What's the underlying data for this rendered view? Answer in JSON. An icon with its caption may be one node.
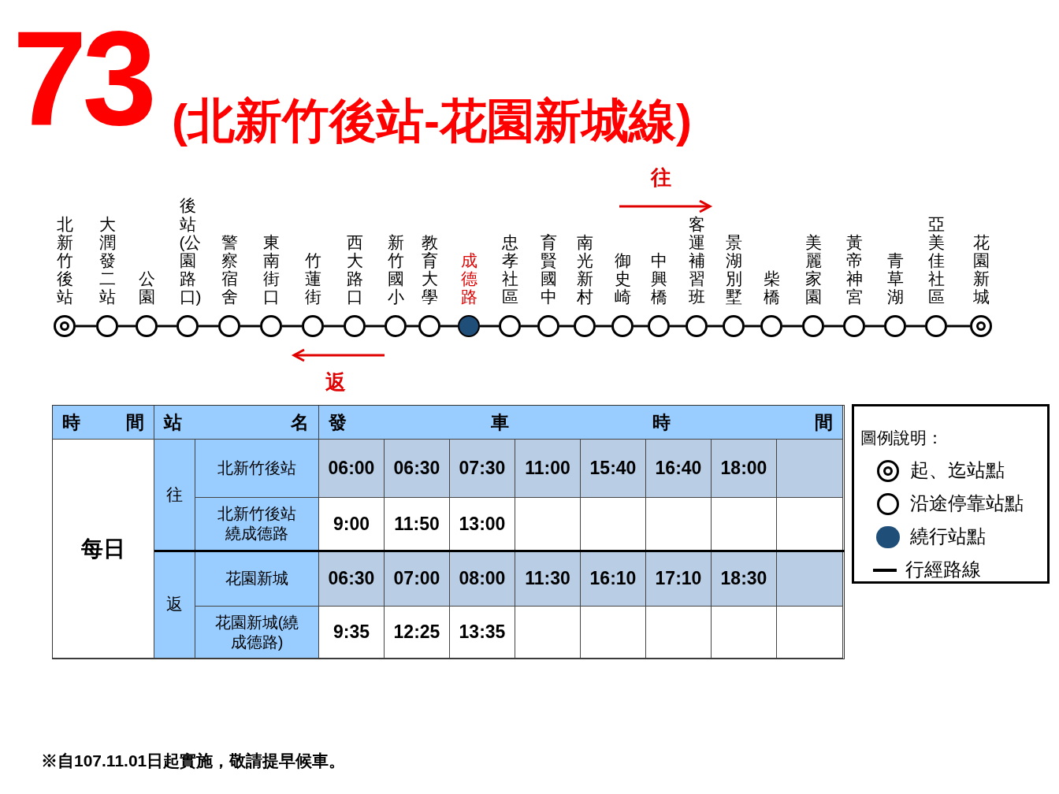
{
  "diagram": {
    "title": "73",
    "caption": "※自107.11.01日起實施，敬請提早候車。",
    "nodes": [
      {
        "text": [
          "北新竹後站"
        ]
      },
      {
        "text": [
          "大潤發二站"
        ]
      },
      {
        "text": [
          "公園"
        ]
      },
      {
        "text": [
          "後站(公園路口)"
        ]
      },
      {
        "text": [
          "警察宿舍"
        ]
      },
      {
        "text": [
          "東南街口"
        ]
      },
      {
        "text": [
          "竹蓮街"
        ]
      },
      {
        "text": [
          "西大路口"
        ]
      },
      {
        "text": [
          "新竹國小"
        ]
      },
      {
        "text": [
          "教育大學"
        ]
      },
      {
        "text": [
          "成德路"
        ]
      },
      {
        "text": [
          "忠孝社區"
        ]
      },
      {
        "text": [
          "育賢國中"
        ]
      },
      {
        "text": [
          "南光新村"
        ]
      },
      {
        "text": [
          "御史崎"
        ]
      },
      {
        "text": [
          "中興橋"
        ]
      },
      {
        "text": [
          "客運補習班"
        ]
      },
      {
        "text": [
          "景湖別墅"
        ]
      },
      {
        "text": [
          "柴橋"
        ]
      },
      {
        "text": [
          "美麗家園"
        ]
      },
      {
        "text": [
          "黃帝神宮"
        ]
      },
      {
        "text": [
          "青草湖"
        ]
      },
      {
        "text": [
          "亞美佳社區"
        ]
      },
      {
        "text": [
          "花園新城"
        ]
      }
    ],
    "edges": [
      {
        "from": 0,
        "to": 1,
        "arrow": "none"
      },
      {
        "from": 1,
        "to": 2,
        "arrow": "none"
      },
      {
        "from": 2,
        "to": 3,
        "arrow": "none"
      },
      {
        "from": 3,
        "to": 4,
        "arrow": "none"
      },
      {
        "from": 4,
        "to": 5,
        "arrow": "none"
      },
      {
        "from": 5,
        "to": 6,
        "arrow": "none"
      },
      {
        "from": 6,
        "to": 7,
        "arrow": "none"
      },
      {
        "from": 7,
        "to": 8,
        "arrow": "none"
      },
      {
        "from": 8,
        "to": 9,
        "arrow": "none"
      },
      {
        "from": 9,
        "to": 10,
        "arrow": "none"
      },
      {
        "from": 10,
        "to": 11,
        "arrow": "none"
      },
      {
        "from": 11,
        "to": 12,
        "arrow": "none"
      },
      {
        "from": 12,
        "to": 13,
        "arrow": "none"
      },
      {
        "from": 13,
        "to": 14,
        "arrow": "none"
      },
      {
        "from": 14,
        "to": 15,
        "arrow": "none"
      },
      {
        "from": 15,
        "to": 16,
        "arrow": "none"
      },
      {
        "from": 16,
        "to": 17,
        "arrow": "none"
      },
      {
        "from": 17,
        "to": 18,
        "arrow": "none"
      },
      {
        "from": 18,
        "to": 19,
        "arrow": "none"
      },
      {
        "from": 19,
        "to": 20,
        "arrow": "none"
      },
      {
        "from": 20,
        "to": 21,
        "arrow": "none"
      },
      {
        "from": 21,
        "to": 22,
        "arrow": "none"
      },
      {
        "from": 22,
        "to": 23,
        "arrow": "none"
      }
    ],
    "labels": [
      "(北新竹後站-花園新城線)",
      "往",
      "返",
      "時間",
      "站名",
      "發車時間",
      "每日",
      "往",
      "北新竹後站",
      "06:00",
      "06:30",
      "07:30",
      "11:00",
      "15:40",
      "16:40",
      "18:00",
      "北新竹後站繞成德路",
      "9:00",
      "11:50",
      "13:00",
      "返",
      "花園新城",
      "06:30",
      "07:00",
      "08:00",
      "11:30",
      "16:10",
      "17:10",
      "18:30",
      "花園新城(繞成德路)",
      "9:35",
      "12:25",
      "13:35",
      "圖例說明："
    ],
    "legend": [
      {
        "text": "起、迄站點"
      },
      {
        "text": "沿途停靠站點"
      },
      {
        "text": "繞行站點",
        "color": "#1f4e79"
      },
      {
        "text": "行經路線"
      }
    ]
  }
}
